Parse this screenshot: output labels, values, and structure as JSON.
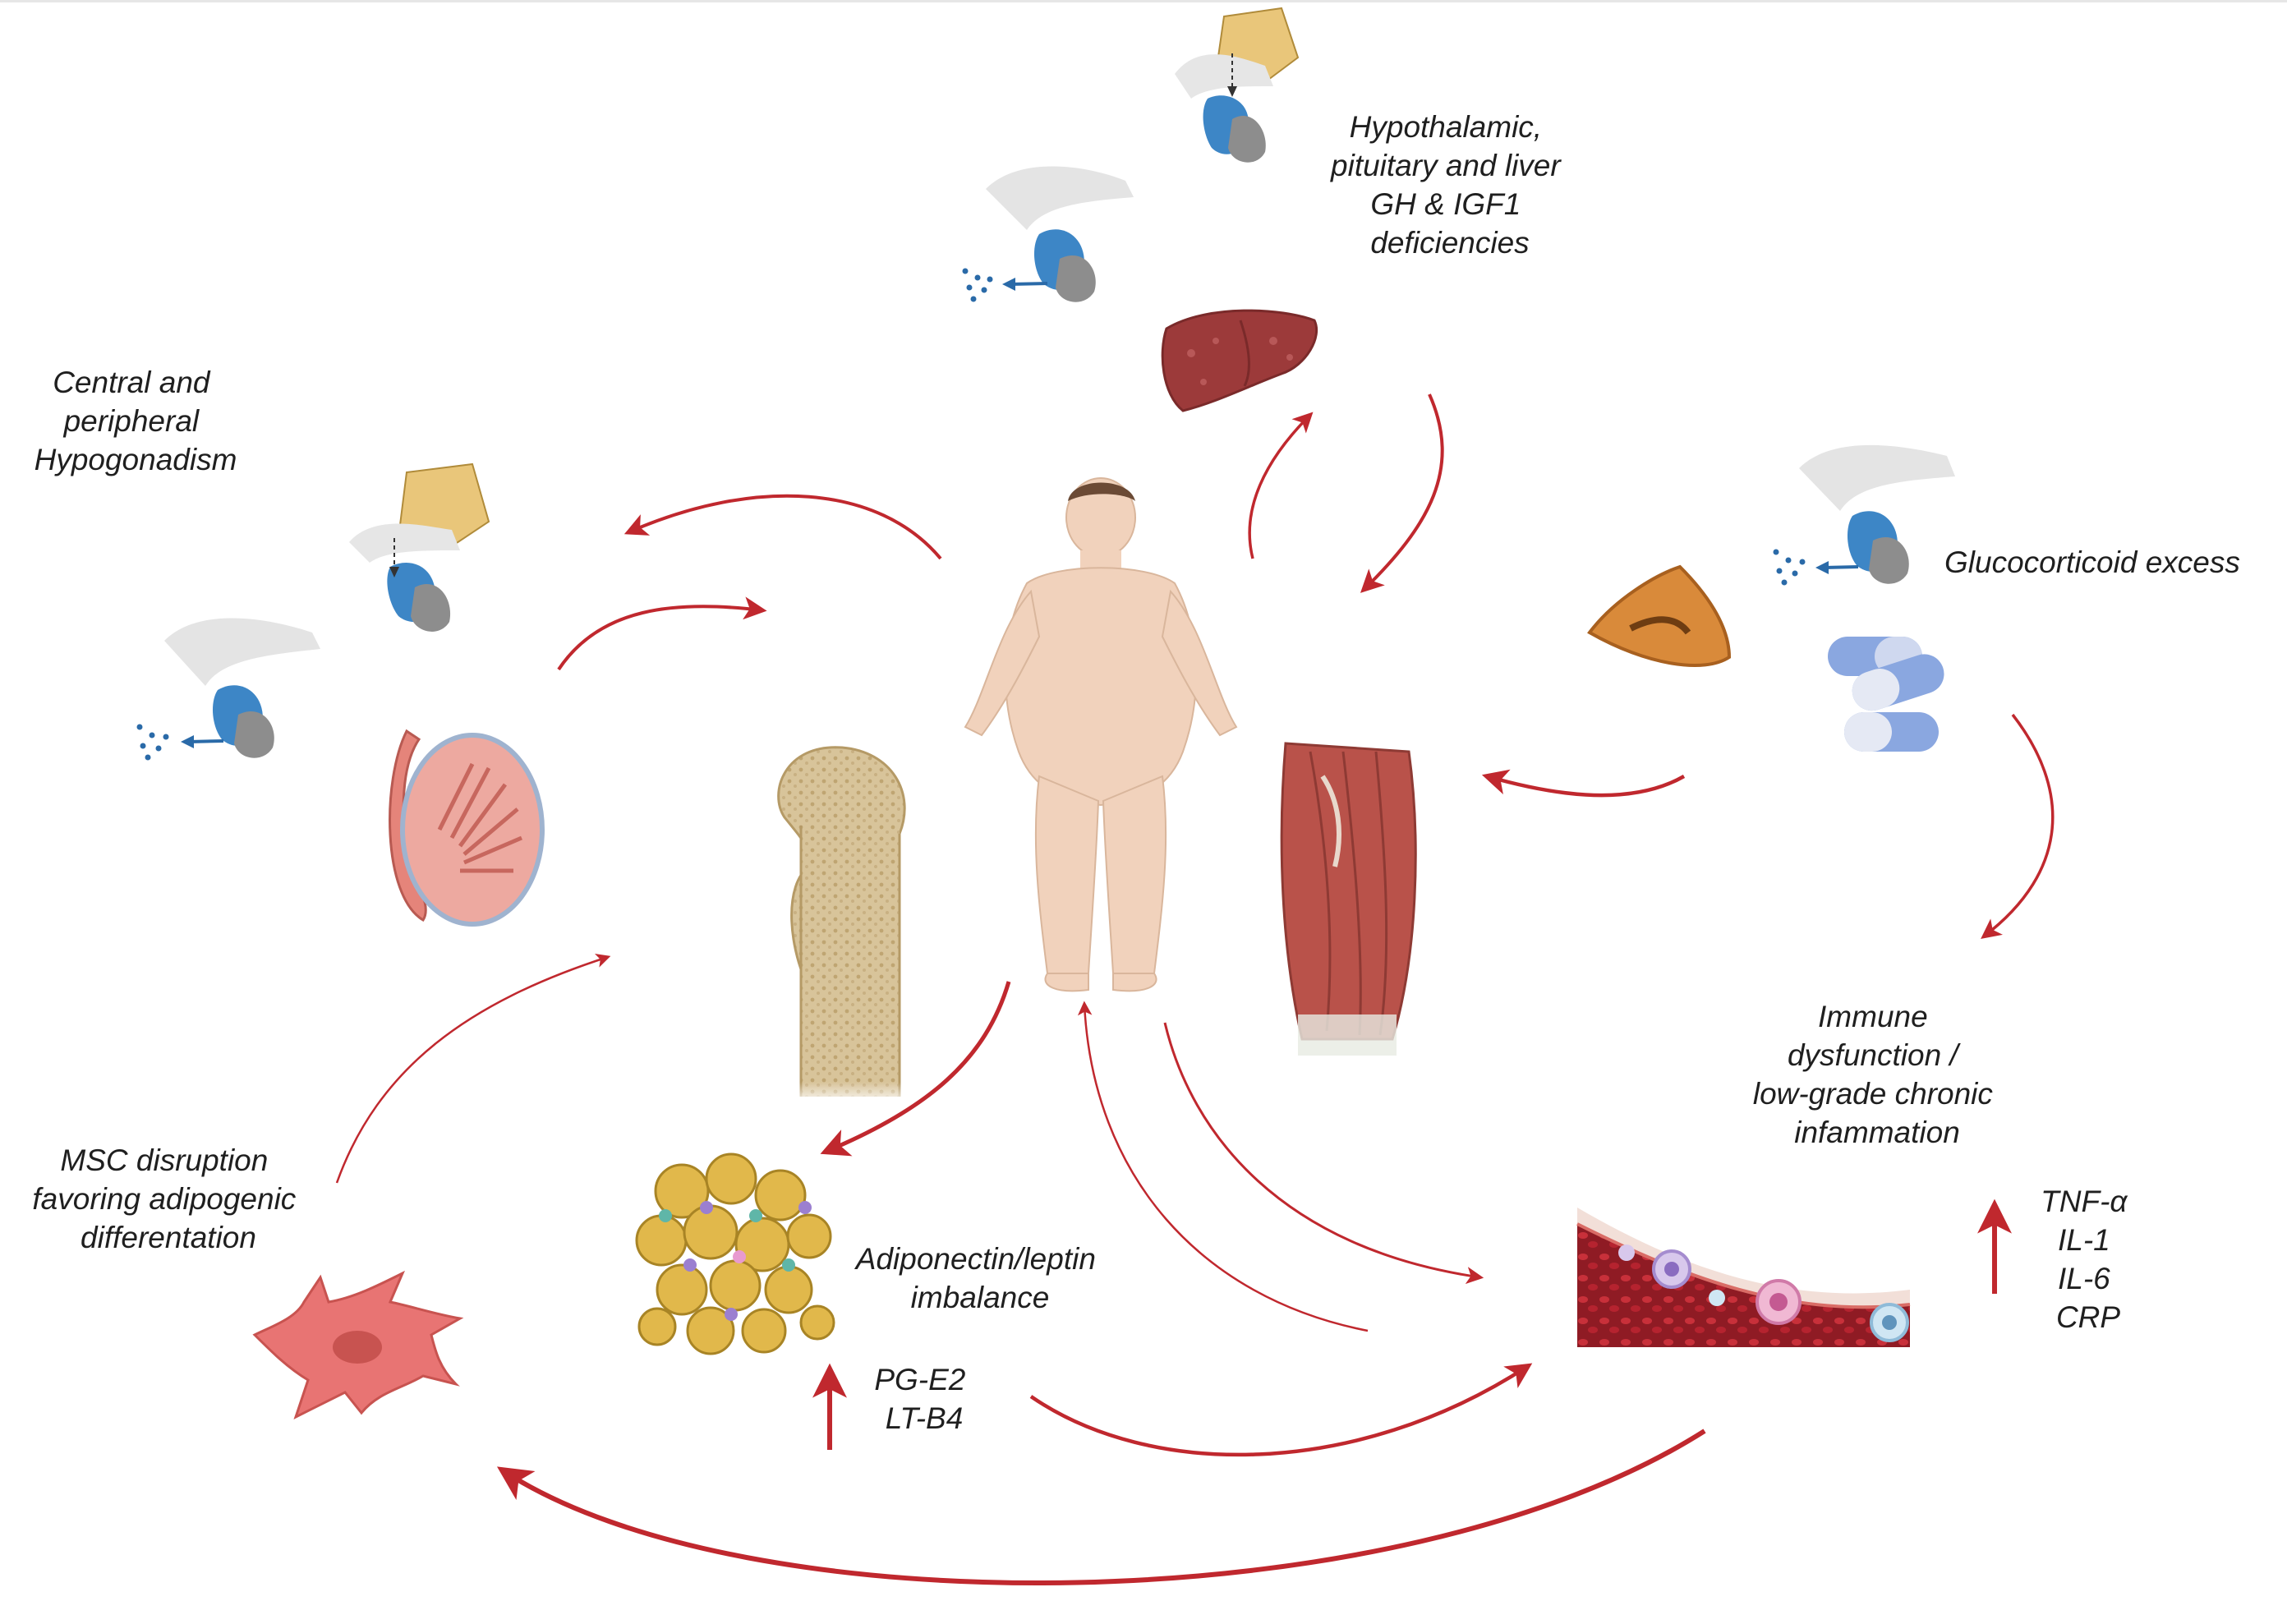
{
  "labels": {
    "gh_igf1": [
      "Hypothalamic,",
      "pituitary and liver",
      "GH & IGF1",
      "deficiencies"
    ],
    "hypogonadism": [
      "Central and",
      "peripheral",
      "Hypogonadism"
    ],
    "glucocorticoid": "Glucocorticoid excess",
    "immune": [
      "Immune",
      "dysfunction /",
      "low-grade chronic",
      "infammation"
    ],
    "cytokines": [
      "TNF-α",
      "IL-1",
      "IL-6",
      "CRP"
    ],
    "adipokines": [
      "Adiponectin/leptin",
      "imbalance"
    ],
    "mediators": [
      "PG-E2",
      "LT-B4"
    ],
    "msc": [
      "MSC disruption",
      "favoring adipogenic",
      "differentation"
    ]
  },
  "colors": {
    "arrow": "#c0282e",
    "pituitary_blue": "#3d86c6",
    "pituitary_gray": "#8d8d8d",
    "hypothalamus": "#e9c67a",
    "liver": "#9c3a3a",
    "skin": "#f1d2bc",
    "bone": "#d8c49a",
    "muscle": "#b9524a",
    "fat": "#e1b84b",
    "blood": "#9e1c26",
    "msc_cell": "#e87473",
    "adrenal": "#d98a3a",
    "pill_blue": "#8aa7e0"
  },
  "icons": [
    "pituitary-icon",
    "liver-icon",
    "human-body-icon",
    "femur-bone-icon",
    "thigh-muscle-icon",
    "testis-icon",
    "adrenal-gland-icon",
    "pill-icon",
    "adipose-tissue-icon",
    "blood-vessel-icon",
    "msc-cell-icon",
    "up-arrow-icon"
  ]
}
